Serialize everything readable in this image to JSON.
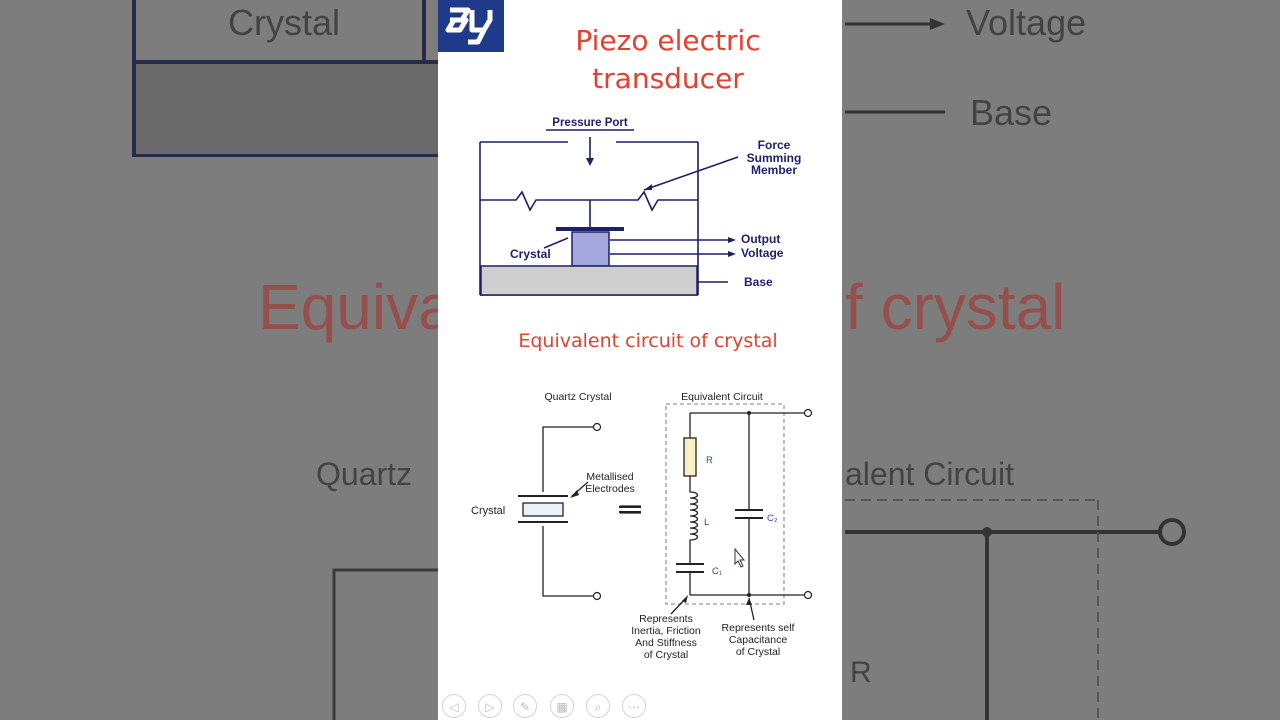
{
  "slide": {
    "title_line1": "Piezo electric",
    "title_line2": "transducer",
    "subtitle": "Equivalent circuit of crystal"
  },
  "transducer_diagram": {
    "pressure_port": "Pressure Port",
    "force_summing_member": [
      "Force",
      "Summing",
      "Member"
    ],
    "crystal": "Crystal",
    "output_voltage": [
      "Output",
      "Voltage"
    ],
    "base": "Base"
  },
  "circuit_diagram": {
    "quartz_crystal": "Quartz Crystal",
    "equivalent_circuit": "Equivalent Circuit",
    "metallised_electrodes": [
      "Metallised",
      "Electrodes"
    ],
    "crystal": "Crystal",
    "r_label": "R",
    "l_label": "L",
    "c1_label": "C₁",
    "c2_label": "C₂",
    "represents_inertia": [
      "Represents",
      "Inertia, Friction",
      "And Stiffness",
      "of Crystal"
    ],
    "represents_self": [
      "Represents self",
      "Capacitance",
      "of Crystal"
    ]
  },
  "background": {
    "crystal": "Crystal",
    "voltage": "Voltage",
    "base": "Base",
    "equiv_left": "Equiva",
    "equiv_right": "f crystal",
    "quartz": "Quartz",
    "equiv_circuit": "alent Circuit",
    "r": "R"
  },
  "controls": [
    {
      "name": "previous-slide-button",
      "glyph": "◁"
    },
    {
      "name": "next-slide-button",
      "glyph": "▷"
    },
    {
      "name": "pen-tool-button",
      "glyph": "✎"
    },
    {
      "name": "slide-overview-button",
      "glyph": "▦"
    },
    {
      "name": "zoom-button",
      "glyph": "⌕"
    },
    {
      "name": "more-options-button",
      "glyph": "⋯"
    }
  ]
}
